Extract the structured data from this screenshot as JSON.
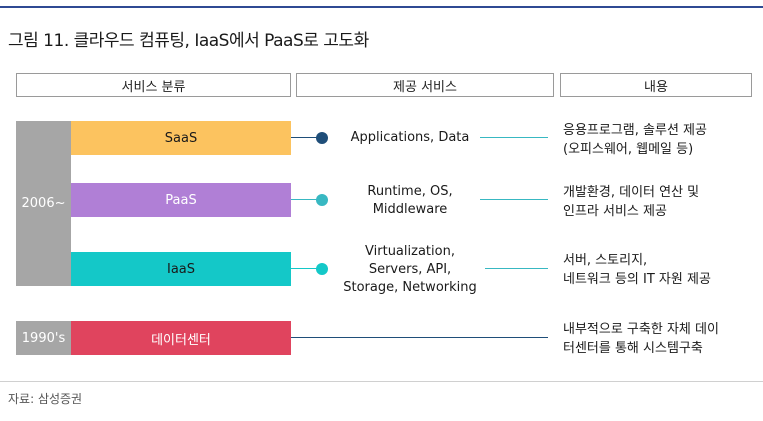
{
  "title": "그림 11.  클라우드 컴퓨팅, IaaS에서 PaaS로 고도화",
  "headers": {
    "category": "서비스 분류",
    "services": "제공 서비스",
    "content": "내용"
  },
  "eras": {
    "modern": "2006~",
    "legacy": "1990's"
  },
  "rows": [
    {
      "name": "SaaS",
      "color": "#fcc35f",
      "dot_color": "#1f4e79",
      "services": [
        "Applications, Data"
      ],
      "description": [
        "응용프로그램, 솔루션 제공",
        "(오피스웨어, 웹메일 등)"
      ]
    },
    {
      "name": "PaaS",
      "color": "#b07fd6",
      "dot_color": "#38b8c2",
      "services": [
        "Runtime, OS,",
        "Middleware"
      ],
      "description": [
        "개발환경, 데이터 연산 및",
        "인프라 서비스 제공"
      ]
    },
    {
      "name": "IaaS",
      "color": "#14c8c8",
      "dot_color": "#14c8c8",
      "services": [
        "Virtualization,",
        "Servers, API,",
        "Storage, Networking"
      ],
      "description": [
        "서버, 스토리지,",
        "네트워크 등의 IT 자원 제공"
      ]
    },
    {
      "name": "데이터센터",
      "color": "#e0445e",
      "dot_color": "",
      "services": [],
      "description": [
        "내부적으로 구축한 자체 데이",
        "터센터를 통해 시스템구축"
      ]
    }
  ],
  "source": "자료: 삼성증권"
}
